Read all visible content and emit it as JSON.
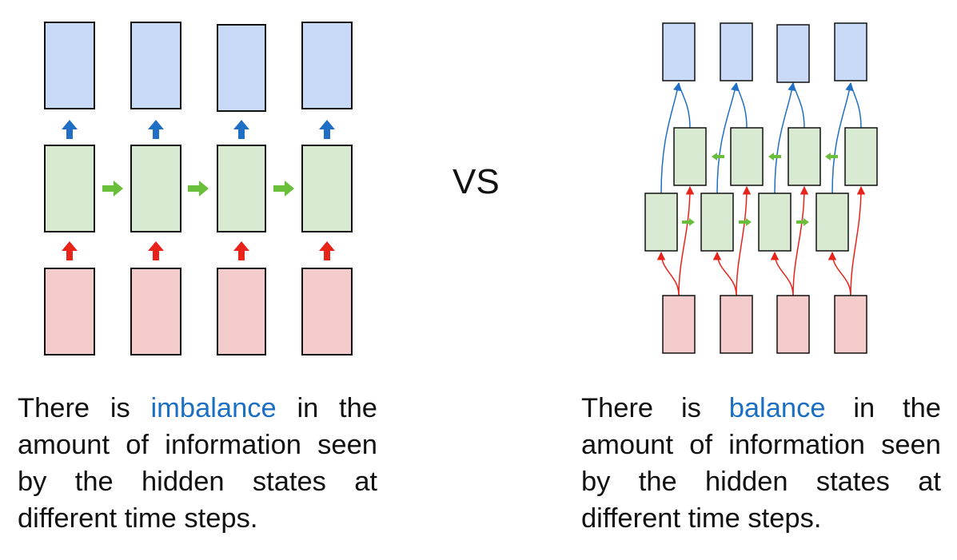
{
  "vs_label": "VS",
  "left": {
    "caption_before": "There is ",
    "caption_highlight": "imbalance",
    "caption_after": " in the amount of information seen by the hidden states at different time steps."
  },
  "right": {
    "caption_before": "There is ",
    "caption_highlight": "balance",
    "caption_after": " in the amount of information seen by the hidden states at different time steps."
  },
  "colors": {
    "output_fill": "#c9daf8",
    "hidden_fill": "#d9ead3",
    "input_fill": "#f4cccc",
    "up_arrow_output": "#1f6fc5",
    "up_arrow_input": "#e8231a",
    "recurrent_arrow": "#6abf3a",
    "highlight_text": "#1a6fc4"
  }
}
